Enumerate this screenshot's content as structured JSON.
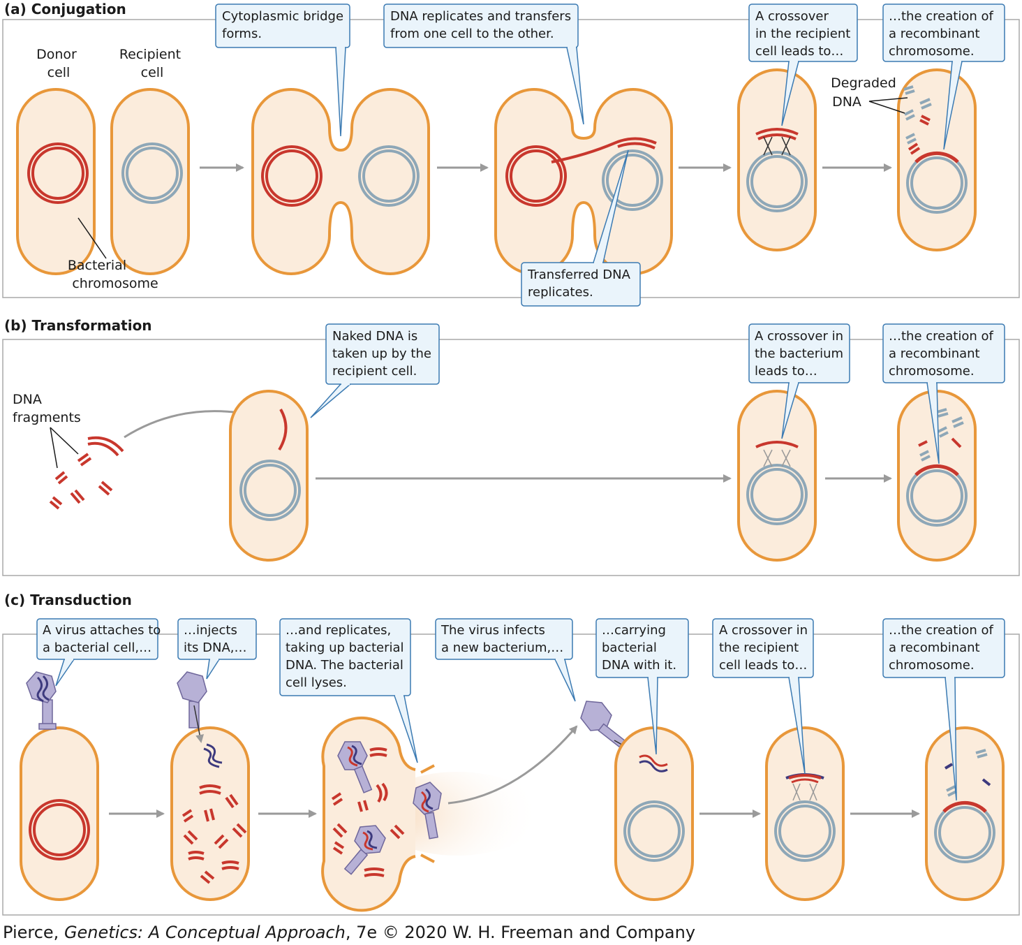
{
  "panels": {
    "a": {
      "title": "(a) Conjugation",
      "labels": {
        "donor": [
          "Donor",
          "cell"
        ],
        "recipient": [
          "Recipient",
          "cell"
        ],
        "bacterial_chromosome": [
          "Bacterial",
          "chromosome"
        ],
        "degraded_dna": [
          "Degraded",
          "DNA"
        ]
      },
      "callouts": {
        "bridge": [
          "Cytoplasmic bridge",
          "forms."
        ],
        "replicates": [
          "DNA replicates and transfers",
          "from one cell to the other."
        ],
        "transferred": [
          "Transferred DNA",
          "replicates."
        ],
        "crossover": [
          "A crossover",
          "in the recipient",
          "cell leads to…"
        ],
        "creation": [
          "…the creation of",
          "a recombinant",
          "chromosome."
        ]
      }
    },
    "b": {
      "title": "(b) Transformation",
      "labels": {
        "fragments": [
          "DNA",
          "fragments"
        ]
      },
      "callouts": {
        "naked": [
          "Naked DNA is",
          "taken up by the",
          "recipient cell."
        ],
        "crossover": [
          "A crossover in",
          "the bacterium",
          "leads to…"
        ],
        "creation": [
          "…the creation of",
          "a recombinant",
          "chromosome."
        ]
      }
    },
    "c": {
      "title": "(c) Transduction",
      "callouts": {
        "attach": [
          "A virus attaches to",
          "a bacterial cell,…"
        ],
        "inject": [
          "…injects",
          "its DNA,…"
        ],
        "replicate": [
          "…and replicates,",
          "taking up bacterial",
          "DNA. The bacterial",
          "cell lyses."
        ],
        "infect": [
          "The virus infects",
          "a new bacterium,…"
        ],
        "carry": [
          "…carrying",
          "bacterial",
          "DNA with it."
        ],
        "crossover": [
          "A crossover in",
          "the recipient",
          "cell leads to…"
        ],
        "creation": [
          "…the creation of",
          "a recombinant",
          "chromosome."
        ]
      }
    }
  },
  "credit": {
    "author": "Pierce, ",
    "book": "Genetics: A Conceptual Approach",
    "rest": ", 7e © 2020 W. H. Freeman and Company"
  },
  "colors": {
    "cell_fill": "#fbecdc",
    "cell_stroke": "#e8973a",
    "donor_dna": "#c8372d",
    "recipient_dna": "#8ea7b7",
    "callout_fill": "#eaf4fb",
    "callout_stroke": "#3b7ab2",
    "arrow": "#9a9a9a",
    "virus": "#b7b1d6",
    "virus_stroke": "#6e669a",
    "viral_dna": "#3d3a7e"
  }
}
